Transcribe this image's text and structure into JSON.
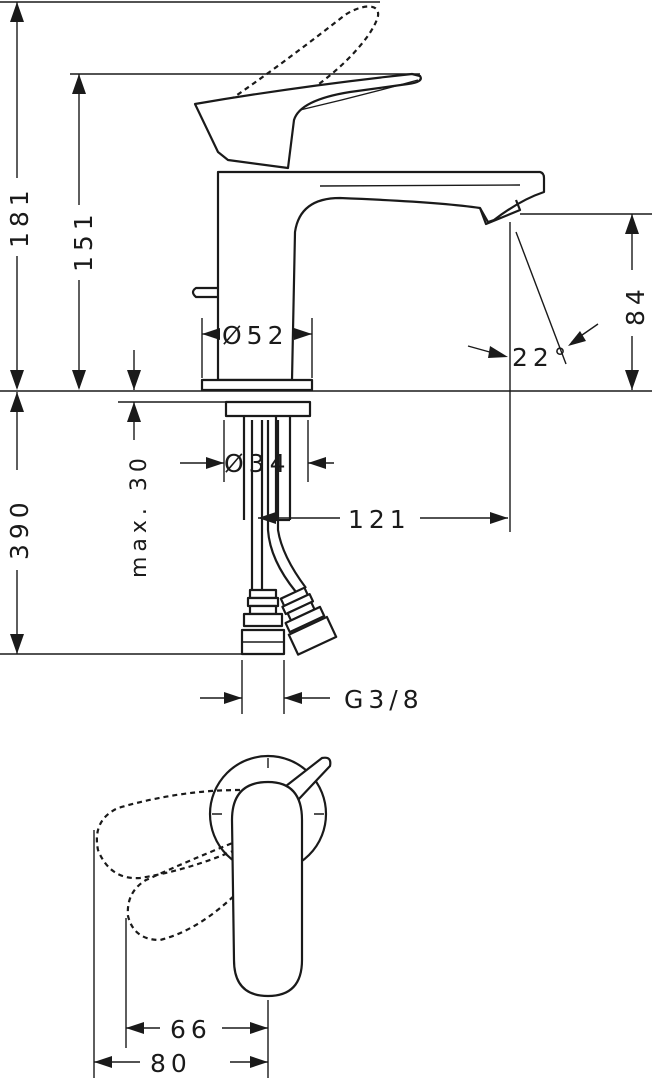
{
  "dimensions": {
    "total_height": "181",
    "spout_top_height": "151",
    "spout_outlet_height": "84",
    "below_deck_length": "390",
    "max_deck_thickness": "max. 30",
    "body_diameter": "Ø52",
    "shank_diameter": "Ø34",
    "projection": "121",
    "spray_angle": "22°",
    "connection_thread": "G3/8",
    "top_view_width_1": "66",
    "top_view_width_2": "80"
  }
}
